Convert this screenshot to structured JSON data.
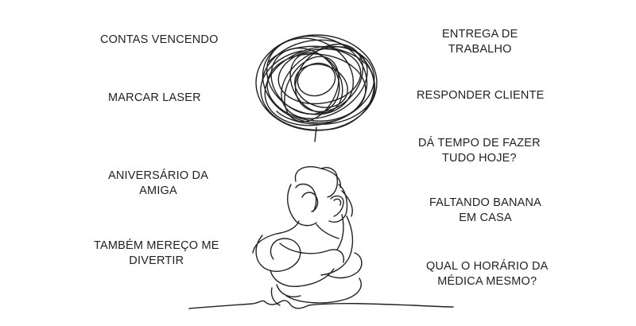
{
  "thoughts": {
    "left": [
      {
        "lines": [
          "CONTAS VENCENDO"
        ]
      },
      {
        "lines": [
          "MARCAR LASER"
        ]
      },
      {
        "lines": [
          "ANIVERSÁRIO DA",
          "AMIGA"
        ]
      },
      {
        "lines": [
          "TAMBÉM MEREÇO ME",
          "DIVERTIR"
        ]
      }
    ],
    "right": [
      {
        "lines": [
          "ENTREGA DE",
          "TRABALHO"
        ]
      },
      {
        "lines": [
          "RESPONDER CLIENTE"
        ]
      },
      {
        "lines": [
          "DÁ TEMPO DE FAZER",
          "TUDO HOJE?"
        ]
      },
      {
        "lines": [
          "FALTANDO BANANA",
          "EM CASA"
        ]
      },
      {
        "lines": [
          "QUAL O HORÁRIO DA",
          "MÉDICA MESMO?"
        ]
      }
    ]
  },
  "colors": {
    "ink": "#222222",
    "background": "#ffffff"
  },
  "illustration": {
    "scribble": "tangled-thought-scribble",
    "figure": "stressed-woman-line-drawing"
  }
}
